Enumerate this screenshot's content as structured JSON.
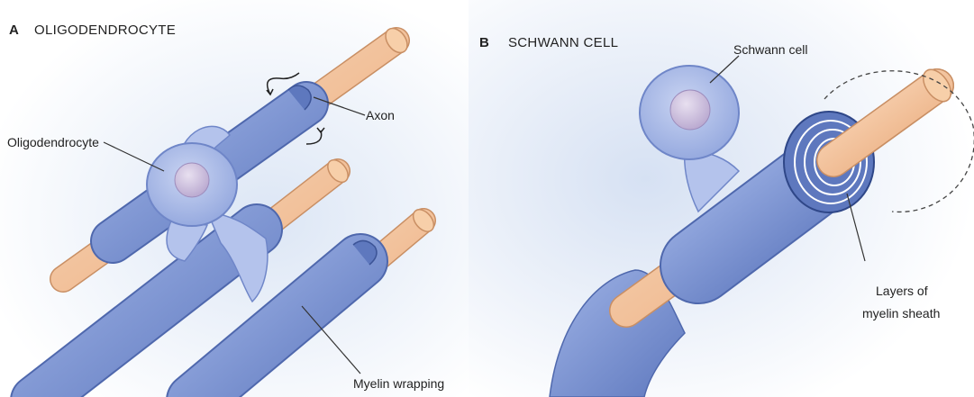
{
  "panel_a": {
    "letter": "A",
    "title": "OLIGODENDROCYTE",
    "labels": {
      "cell": "Oligodendrocyte",
      "axon": "Axon",
      "myelin": "Myelin wrapping"
    }
  },
  "panel_b": {
    "letter": "B",
    "title": "SCHWANN CELL",
    "labels": {
      "cell": "Schwann cell",
      "layers_line1": "Layers of",
      "layers_line2": "myelin sheath"
    }
  },
  "colors": {
    "axon": "#f4c39c",
    "myelin": "#7e98d6",
    "myelin_dark": "#5d77bd",
    "cell_body": "#a9b8e6",
    "nucleus": "#c7b8d8",
    "background_glow": "#dce6f5"
  }
}
